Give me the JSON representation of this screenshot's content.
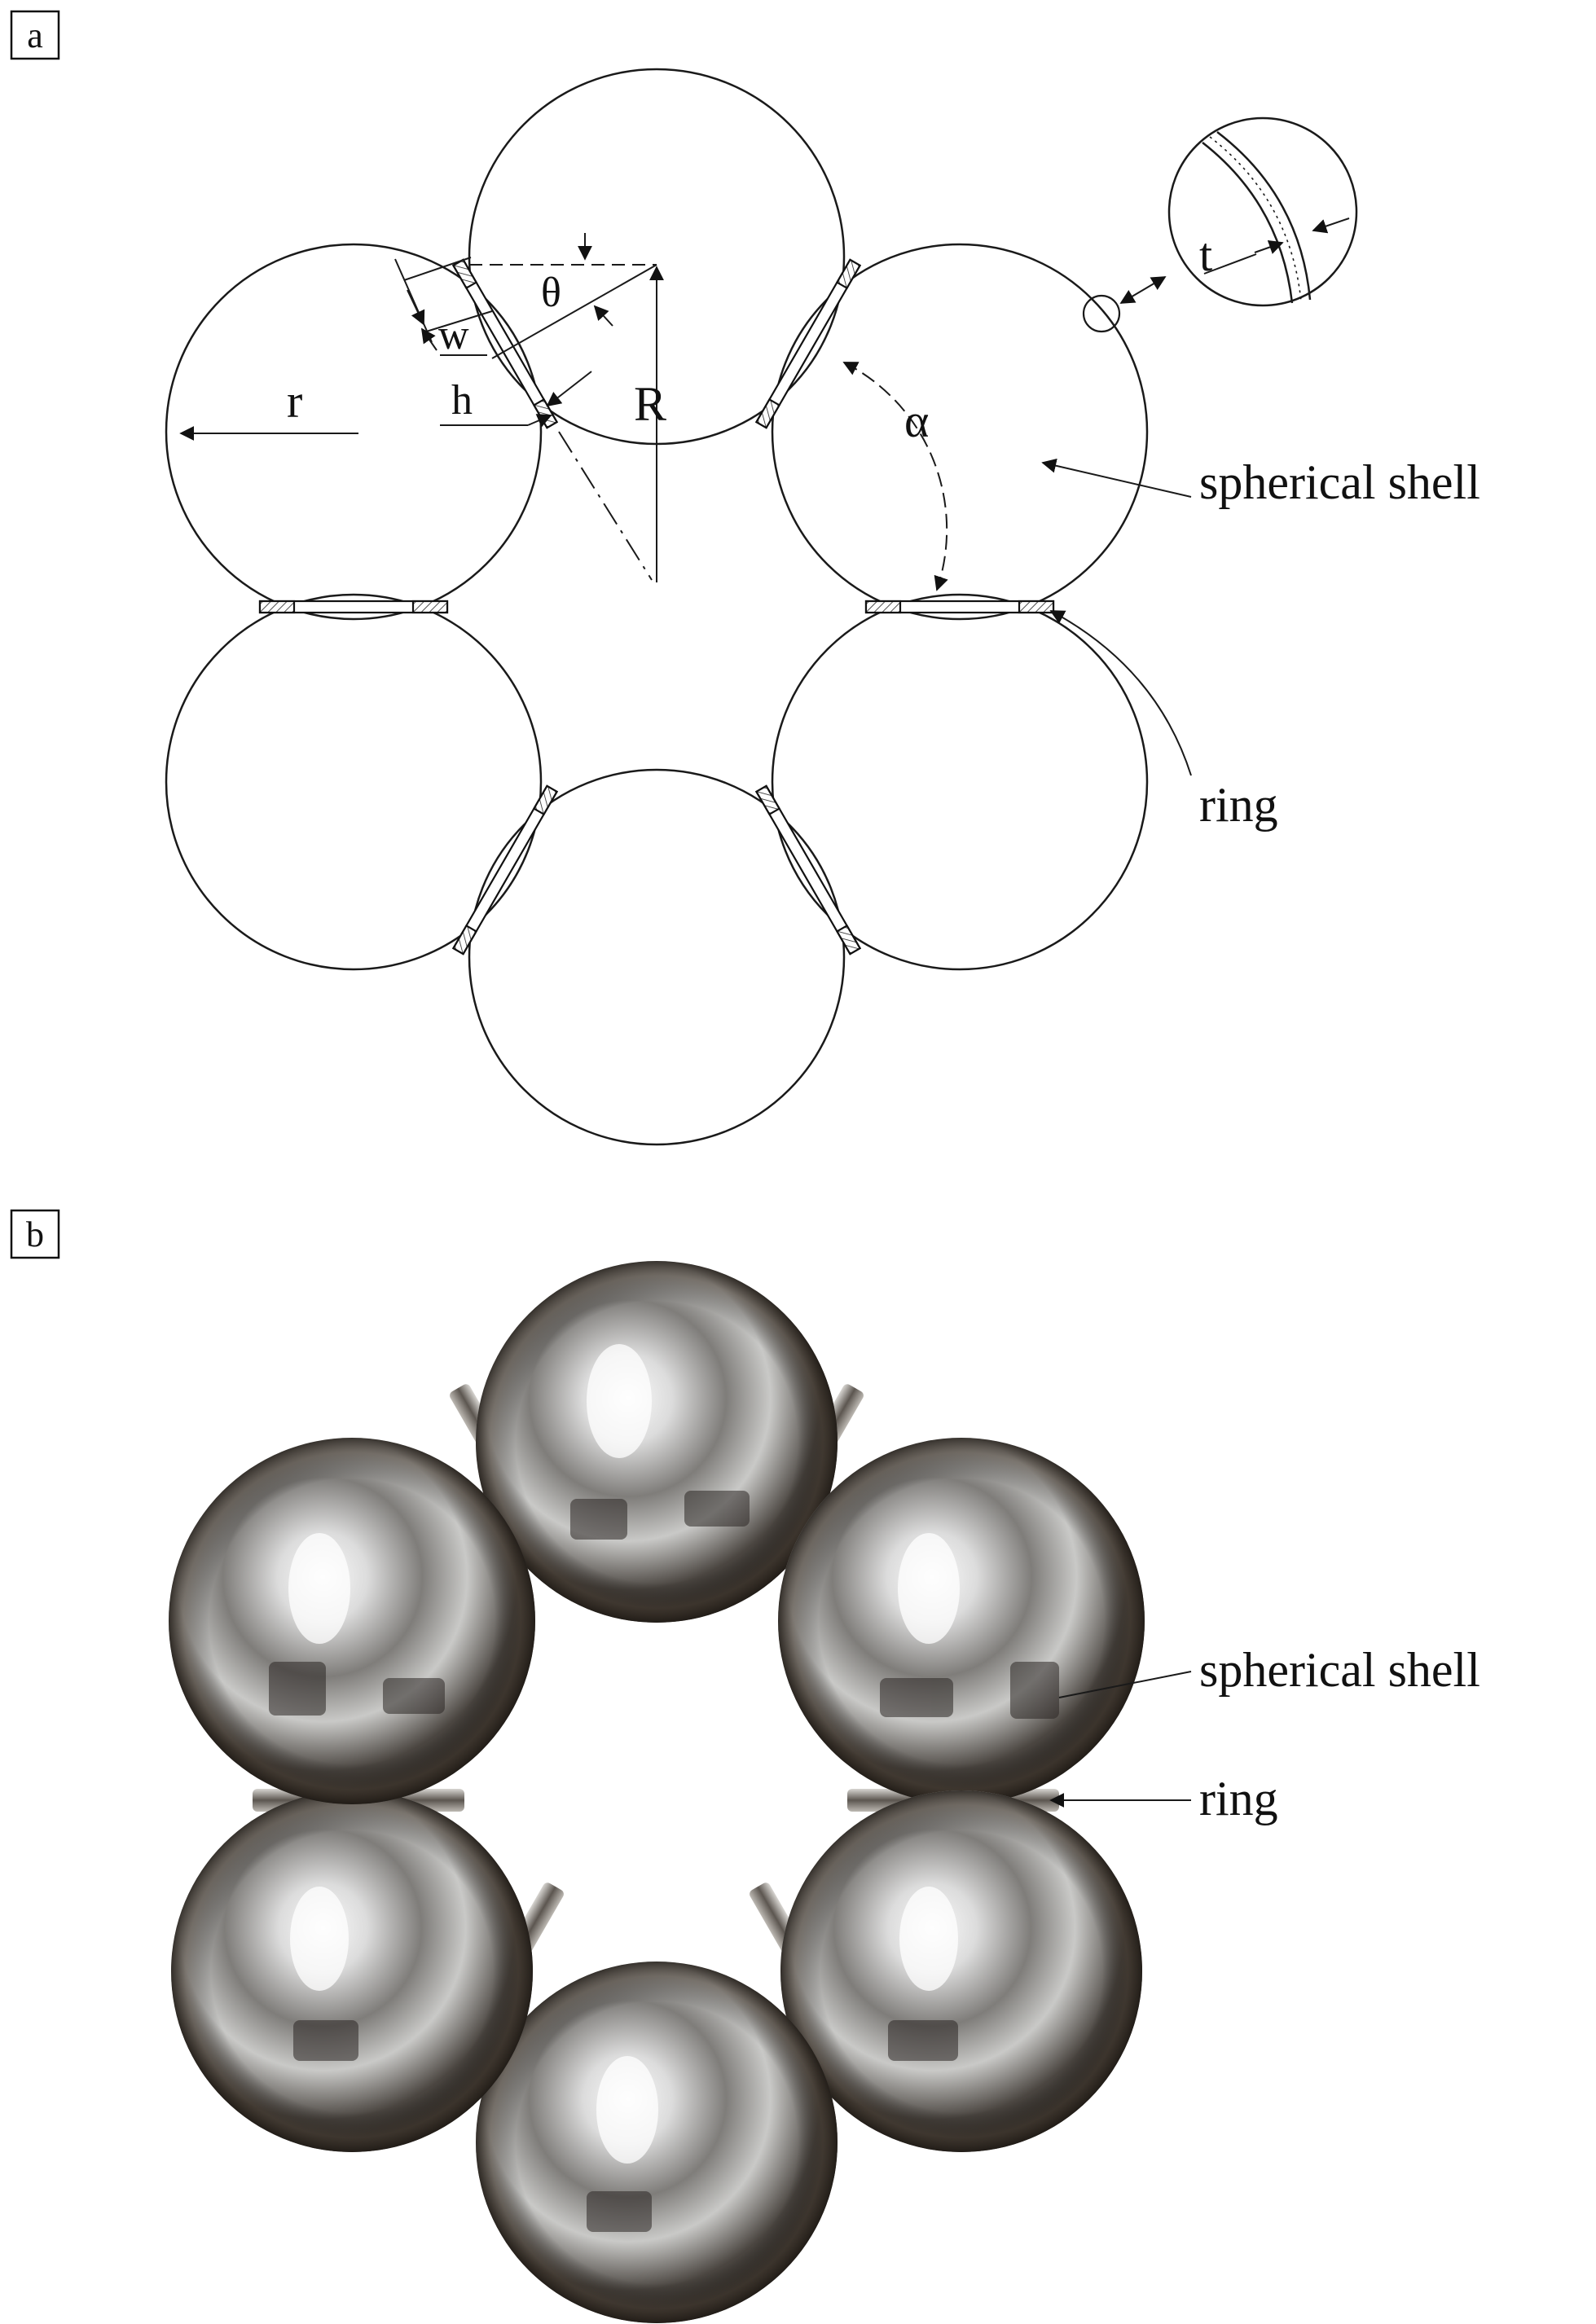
{
  "panel_a": {
    "tag": "a",
    "labels": {
      "r": "r",
      "w": "w",
      "h": "h",
      "theta": "θ",
      "R": "R",
      "alpha": "α",
      "t": "t",
      "spherical_shell": "spherical shell",
      "ring": "ring"
    }
  },
  "panel_b": {
    "tag": "b",
    "labels": {
      "spherical_shell": "spherical shell",
      "ring": "ring"
    }
  },
  "colors": {
    "line": "#1a1a1a",
    "metal_dark": "#3b3630",
    "metal_mid": "#8a8580",
    "metal_light": "#f4f4f2",
    "weld": "#6c6660"
  }
}
